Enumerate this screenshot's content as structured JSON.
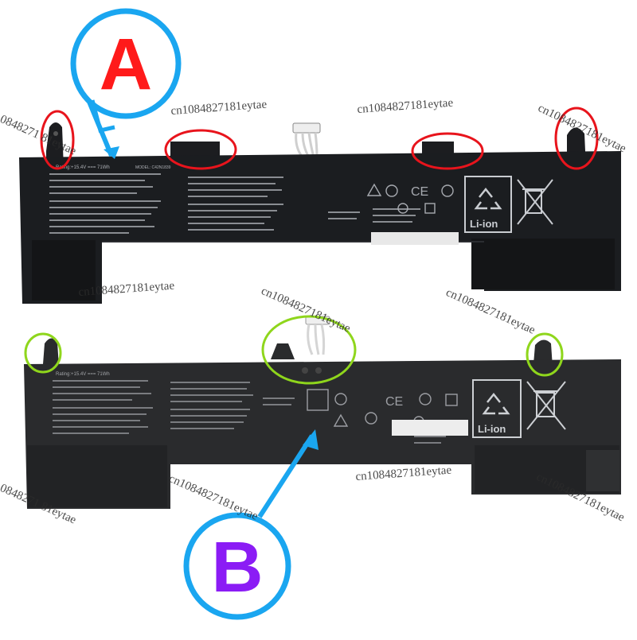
{
  "labels": {
    "a": "A",
    "b": "B"
  },
  "watermark": "cn1084827181eytae",
  "watermark_partial": "0848271 81eytae",
  "battery_top": {
    "rating": "Rating:+15.4V === 71Wh",
    "model": "MODEL: C42N1839",
    "li_ion": "Li-ion"
  },
  "battery_bottom": {
    "rating": "Rating:+15.4V === 71Wh",
    "li_ion": "Li-ion"
  },
  "colors": {
    "label_a": "#ff1a1a",
    "label_b": "#8b1cf5",
    "callout_blue": "#1aa6f0",
    "highlight_red": "#e8141c",
    "highlight_green": "#8fd61c",
    "battery_top": "#1b1d20",
    "battery_bottom": "#2a2b2d"
  }
}
